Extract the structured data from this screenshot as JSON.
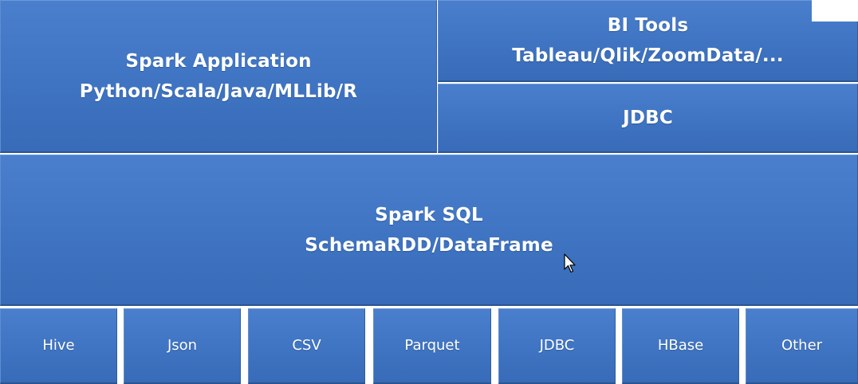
{
  "colors": {
    "box_fill": "#3f74c2",
    "box_border": "#2a5590",
    "text": "#ffffff"
  },
  "top_left": {
    "title": "Spark Application",
    "subtitle": "Python/Scala/Java/MLLib/R"
  },
  "top_right": {
    "bi_title": "BI Tools",
    "bi_subtitle": "Tableau/Qlik/ZoomData/...",
    "jdbc_label": "JDBC"
  },
  "middle": {
    "title": "Spark SQL",
    "subtitle": "SchemaRDD/DataFrame"
  },
  "sources": [
    "Hive",
    "Json",
    "CSV",
    "Parquet",
    "JDBC",
    "HBase",
    "Other"
  ]
}
